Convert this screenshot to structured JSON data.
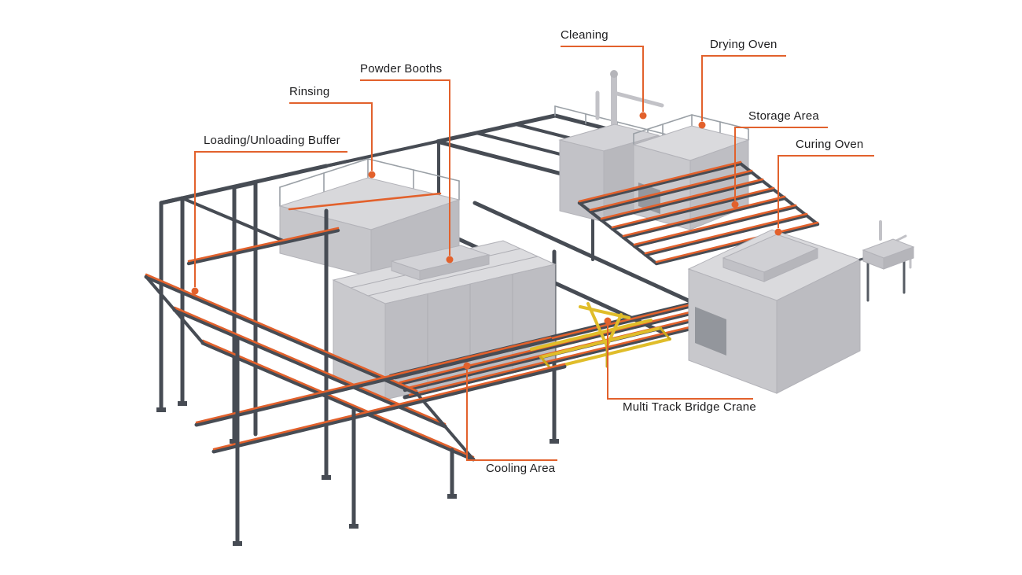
{
  "figure": {
    "background_color": "#ffffff",
    "accent_color": "#e2612c",
    "steel_color": "#474c54",
    "booth_top_color": "#dcdcdf",
    "booth_front_color": "#c9c9cd",
    "booth_side_color": "#bdbdc2",
    "crane_color": "#e0bd2a"
  },
  "labels": [
    {
      "id": "cleaning",
      "text": "Cleaning"
    },
    {
      "id": "drying-oven",
      "text": "Drying Oven"
    },
    {
      "id": "powder-booths",
      "text": "Powder Booths"
    },
    {
      "id": "rinsing",
      "text": "Rinsing"
    },
    {
      "id": "storage-area",
      "text": "Storage Area"
    },
    {
      "id": "curing-oven",
      "text": "Curing Oven"
    },
    {
      "id": "loading-unloading-buffer",
      "text": "Loading/Unloading Buffer"
    },
    {
      "id": "multi-track-bridge-crane",
      "text": "Multi Track Bridge Crane"
    },
    {
      "id": "cooling-area",
      "text": "Cooling Area"
    }
  ]
}
